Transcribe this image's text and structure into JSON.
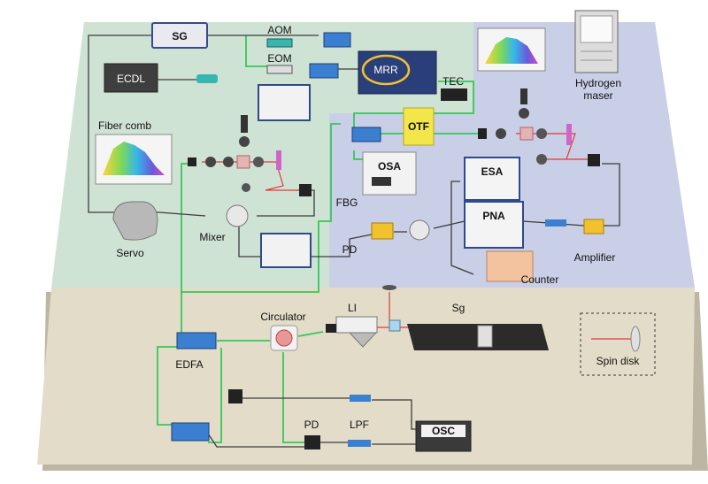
{
  "labels": {
    "sg": "SG",
    "aom": "AOM",
    "eom": "EOM",
    "ecdl": "ECDL",
    "mrr": "MRR",
    "tec": "TEC",
    "hydrogen_maser": [
      "Hydrogen",
      "maser"
    ],
    "fiber_comb": "Fiber comb",
    "otf": "OTF",
    "osa": "OSA",
    "esa": "ESA",
    "fbg": "FBG",
    "pna": "PNA",
    "mixer": "Mixer",
    "servo": "Servo",
    "pd_top": "PD",
    "amplifier": "Amplifier",
    "counter": "Counter",
    "circulator": "Circulator",
    "li": "LI",
    "sg_stage": "Sg",
    "spin_disk": "Spin disk",
    "edfa": "EDFA",
    "pd_bottom": "PD",
    "lpf": "LPF",
    "osc": "OSC"
  },
  "colors": {
    "fiber": "#35c85a",
    "cable": "#3c3c3c",
    "laser": "#e23a3a",
    "region_green": "#cfe3d5",
    "region_blue": "#c9cfe6",
    "region_tan": "#e3dcc8",
    "mrr_ring": "#f2c12e",
    "otf_box": "#f2e64a"
  }
}
